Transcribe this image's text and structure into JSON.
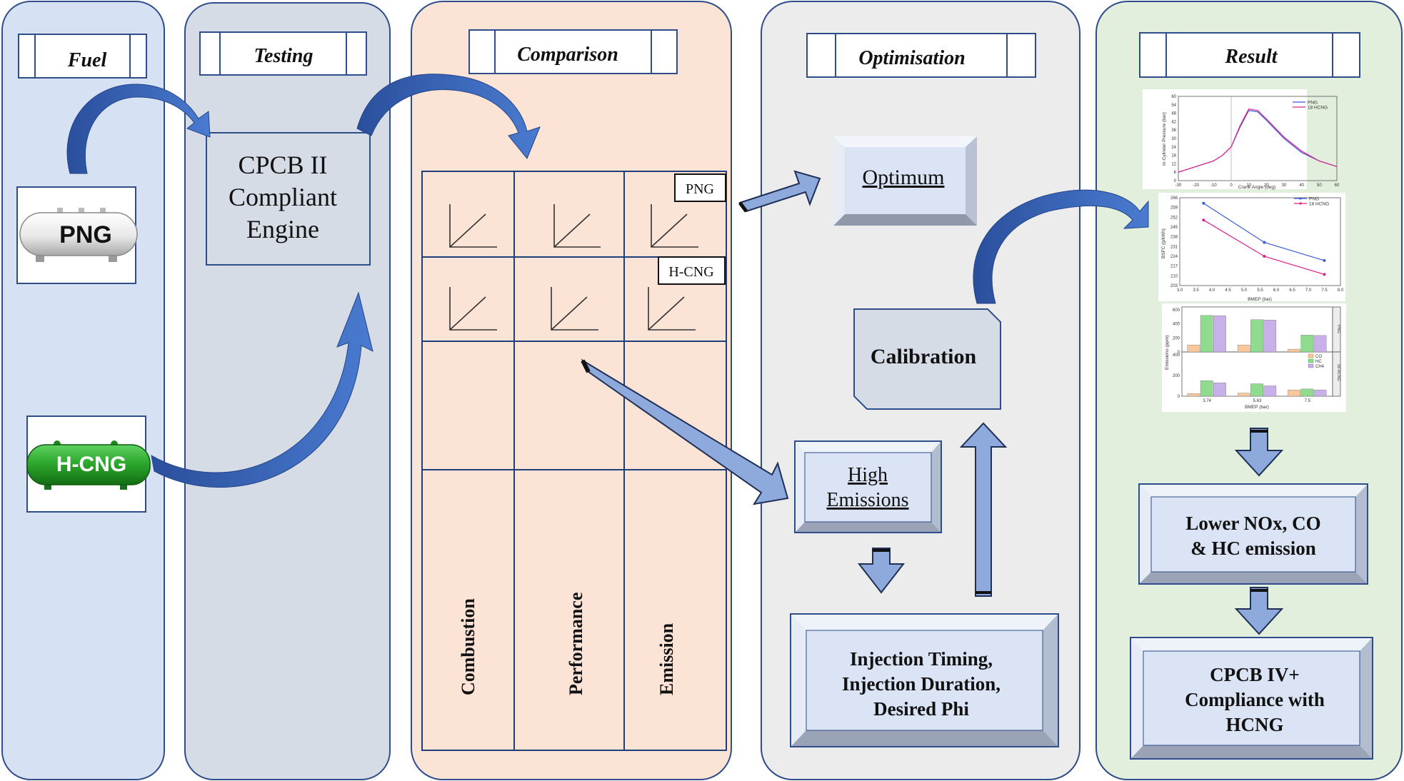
{
  "columns": {
    "fuel": {
      "title": "Fuel",
      "png_label": "PNG",
      "hcng_label": "H-CNG"
    },
    "testing": {
      "title": "Testing",
      "engine_line1": "CPCB II",
      "engine_line2": "Compliant",
      "engine_line3": "Engine"
    },
    "comparison": {
      "title": "Comparison",
      "row_png": "PNG",
      "row_hcng": "H-CNG",
      "col_combustion": "Combustion",
      "col_performance": "Performance",
      "col_emission": "Emission"
    },
    "optimisation": {
      "title": "Optimisation",
      "optimum": "Optimum",
      "calibration": "Calibration",
      "high_line1": "High",
      "high_line2": "Emissions",
      "inj_line1": "Injection Timing,",
      "inj_line2": "Injection Duration,",
      "inj_line3": "Desired Phi"
    },
    "result": {
      "title": "Result",
      "lower_line1": "Lower NOx, CO",
      "lower_line2": "& HC emission",
      "cpcb_line1": "CPCB IV+",
      "cpcb_line2": "Compliance with",
      "cpcb_line3": "HCNG"
    }
  },
  "charts": {
    "pressure": {
      "ylabel": "In-Cylinder Pressure (bar)",
      "xlabel": "Crank Angle (deg)",
      "legend_png": "PNG",
      "legend_hcng": "18 HCNG",
      "yticks": [
        "60",
        "54",
        "48",
        "42",
        "36",
        "30",
        "24",
        "18",
        "12",
        "6",
        "0"
      ],
      "xticks": [
        "-30",
        "-20",
        "-10",
        "0",
        "10",
        "20",
        "30",
        "40",
        "50",
        "60"
      ]
    },
    "bsfc": {
      "ylabel": "BSFC (g/kWh)",
      "xlabel": "BMEP (bar)",
      "legend_png": "PNG",
      "legend_hcng": "18 HCNG",
      "yticks": [
        "266",
        "259",
        "252",
        "245",
        "238",
        "231",
        "224",
        "217",
        "210",
        "203"
      ],
      "xticks": [
        "3.0",
        "3.5",
        "4.0",
        "4.5",
        "5.0",
        "5.5",
        "6.0",
        "6.5",
        "7.0",
        "7.5",
        "8.0"
      ]
    },
    "emissions": {
      "ylabel": "Emissions (ppm)",
      "xlabel": "BMEP (bar)",
      "legend_co": "CO",
      "legend_hc": "HC",
      "legend_ch4": "CH4",
      "panel_top": "PNG",
      "panel_bottom": "18 HCNG",
      "yticks_top": [
        "600",
        "400",
        "200",
        "0"
      ],
      "yticks_bottom": [
        "400",
        "200",
        "0"
      ],
      "xticks": [
        "3.74",
        "5.63",
        "7.5"
      ]
    }
  },
  "chart_data": [
    {
      "type": "line",
      "xlabel": "Crank Angle (deg)",
      "ylabel": "In-Cylinder Pressure (bar)",
      "xlim": [
        -30,
        60
      ],
      "ylim": [
        0,
        60
      ],
      "series": [
        {
          "name": "PNG",
          "color": "#3b5bd9",
          "x": [
            -30,
            -20,
            -10,
            -5,
            0,
            5,
            10,
            15,
            20,
            30,
            40,
            50,
            60
          ],
          "y": [
            6,
            10,
            14,
            18,
            24,
            38,
            50,
            49,
            43,
            30,
            20,
            14,
            10
          ]
        },
        {
          "name": "18 HCNG",
          "color": "#e0208a",
          "x": [
            -30,
            -20,
            -10,
            -5,
            0,
            5,
            10,
            15,
            20,
            30,
            40,
            50,
            60
          ],
          "y": [
            6,
            10,
            14,
            18,
            24,
            39,
            51,
            50,
            44,
            31,
            21,
            14,
            10
          ]
        }
      ]
    },
    {
      "type": "line",
      "xlabel": "BMEP (bar)",
      "ylabel": "BSFC (g/kWh)",
      "xlim": [
        3.0,
        8.0
      ],
      "ylim": [
        203,
        266
      ],
      "series": [
        {
          "name": "PNG",
          "color": "#3b5bd9",
          "x": [
            3.74,
            5.63,
            7.5
          ],
          "y": [
            262,
            234,
            221
          ]
        },
        {
          "name": "18 HCNG",
          "color": "#e0208a",
          "x": [
            3.74,
            5.63,
            7.5
          ],
          "y": [
            250,
            224,
            211
          ]
        }
      ]
    },
    {
      "type": "bar",
      "xlabel": "BMEP (bar)",
      "ylabel": "Emissions (ppm)",
      "categories": [
        "3.74",
        "5.63",
        "7.5"
      ],
      "panels": [
        {
          "name": "PNG",
          "ylim": [
            0,
            600
          ],
          "series": [
            {
              "name": "CO",
              "color": "#f8c89a",
              "values": [
                100,
                100,
                40
              ]
            },
            {
              "name": "HC",
              "color": "#8fdc8f",
              "values": [
                520,
                460,
                240
              ]
            },
            {
              "name": "CH4",
              "color": "#c8b0e8",
              "values": [
                515,
                455,
                235
              ]
            }
          ]
        },
        {
          "name": "18 HCNG",
          "ylim": [
            0,
            400
          ],
          "series": [
            {
              "name": "CO",
              "color": "#f8c89a",
              "values": [
                25,
                30,
                60
              ]
            },
            {
              "name": "HC",
              "color": "#8fdc8f",
              "values": [
                150,
                120,
                70
              ]
            },
            {
              "name": "CH4",
              "color": "#c8b0e8",
              "values": [
                130,
                100,
                60
              ]
            }
          ]
        }
      ]
    }
  ],
  "colors": {
    "fuel_bg": "#d6e1f3",
    "testing_bg": "#d5dce6",
    "comparison_bg": "#fbe3d6",
    "optimisation_bg": "#ececec",
    "result_bg": "#e1efdc",
    "panel_border": "#2e4d8a",
    "arrow_fill": "#8eaadc",
    "arrow_curve": "#3a63b0",
    "bevel_face": "#d9e2f4"
  }
}
